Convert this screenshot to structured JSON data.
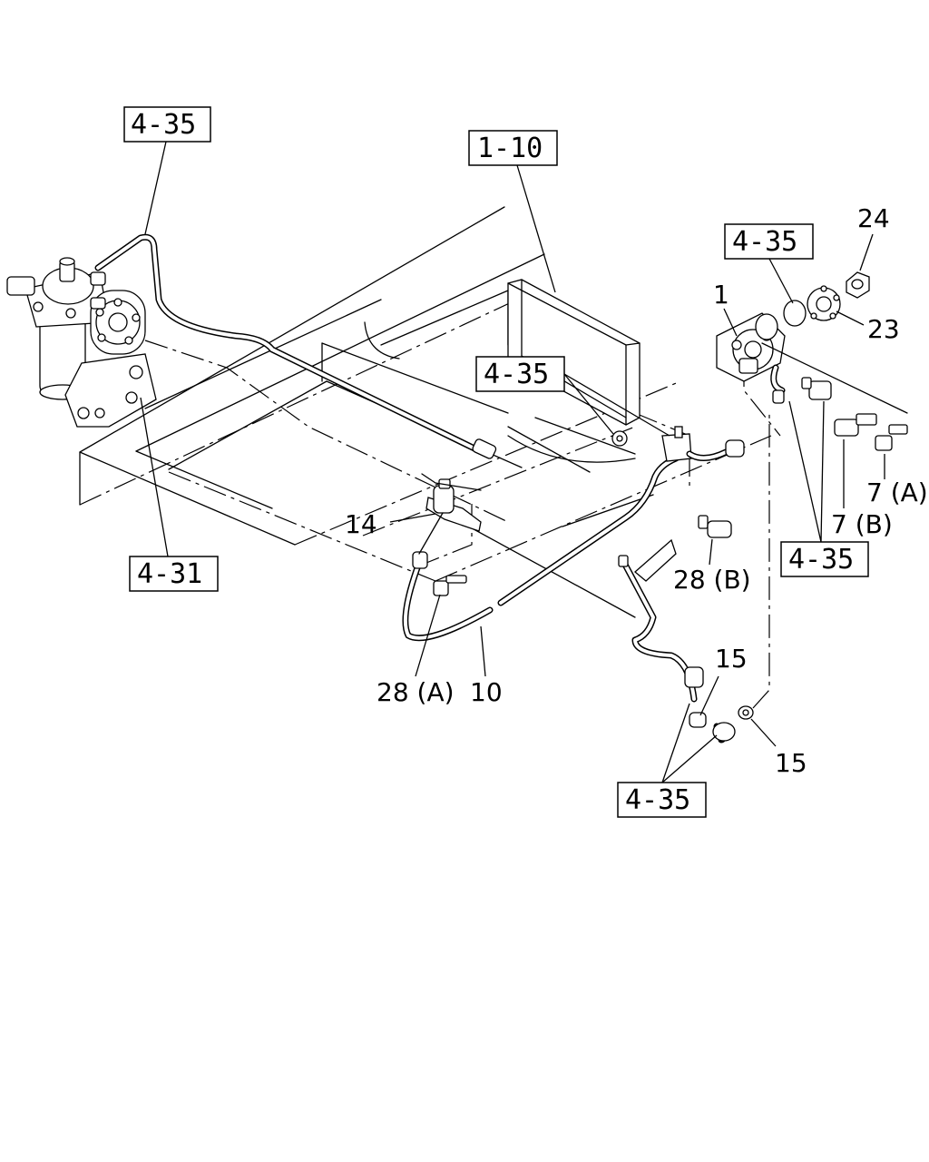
{
  "refs": {
    "r1": "4-35",
    "r2": "1-10",
    "r3": "4-35",
    "r4": "4-35",
    "r5": "4-31",
    "r6": "4-35",
    "r7": "4-35"
  },
  "parts": {
    "p1": "1",
    "p23": "23",
    "p24": "24",
    "p7a": "7 (A)",
    "p7b": "7 (B)",
    "p14": "14",
    "p28b": "28 (B)",
    "p28a": "28 (A)",
    "p10": "10",
    "p15a": "15",
    "p15b": "15"
  }
}
